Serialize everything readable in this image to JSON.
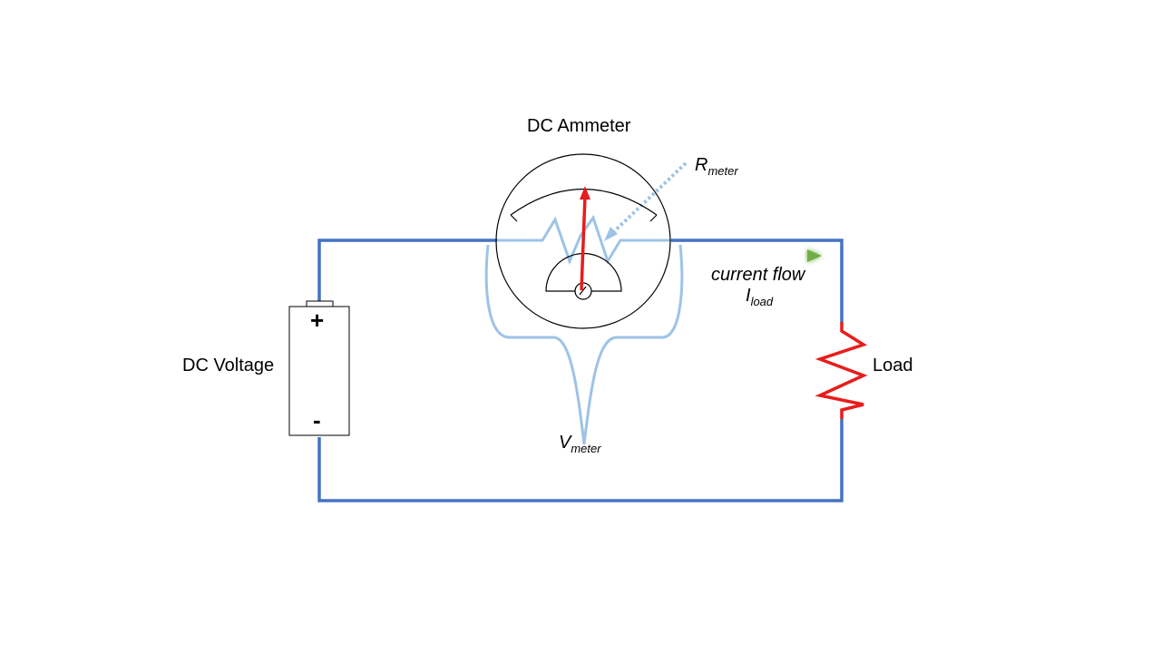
{
  "labels": {
    "ammeter_title": "DC Ammeter",
    "source": "DC Voltage",
    "load": "Load",
    "current_flow": "current flow",
    "r_meter_main": "R",
    "r_meter_sub": "meter",
    "v_meter_main": "V",
    "v_meter_sub": "meter",
    "i_load_main": "I",
    "i_load_sub": "load",
    "plus": "+",
    "minus": "-"
  },
  "colors": {
    "wire": "#4472c4",
    "meter_internal": "#9dc3e6",
    "needle": "#e81c1c",
    "load_resistor": "#e81c1c",
    "current_arrow": "#70ad47",
    "outline": "#000000"
  },
  "icons": {
    "battery": "battery-icon",
    "ammeter": "ammeter-gauge-icon",
    "resistor": "resistor-zigzag-icon",
    "arrow": "current-arrow-icon"
  }
}
